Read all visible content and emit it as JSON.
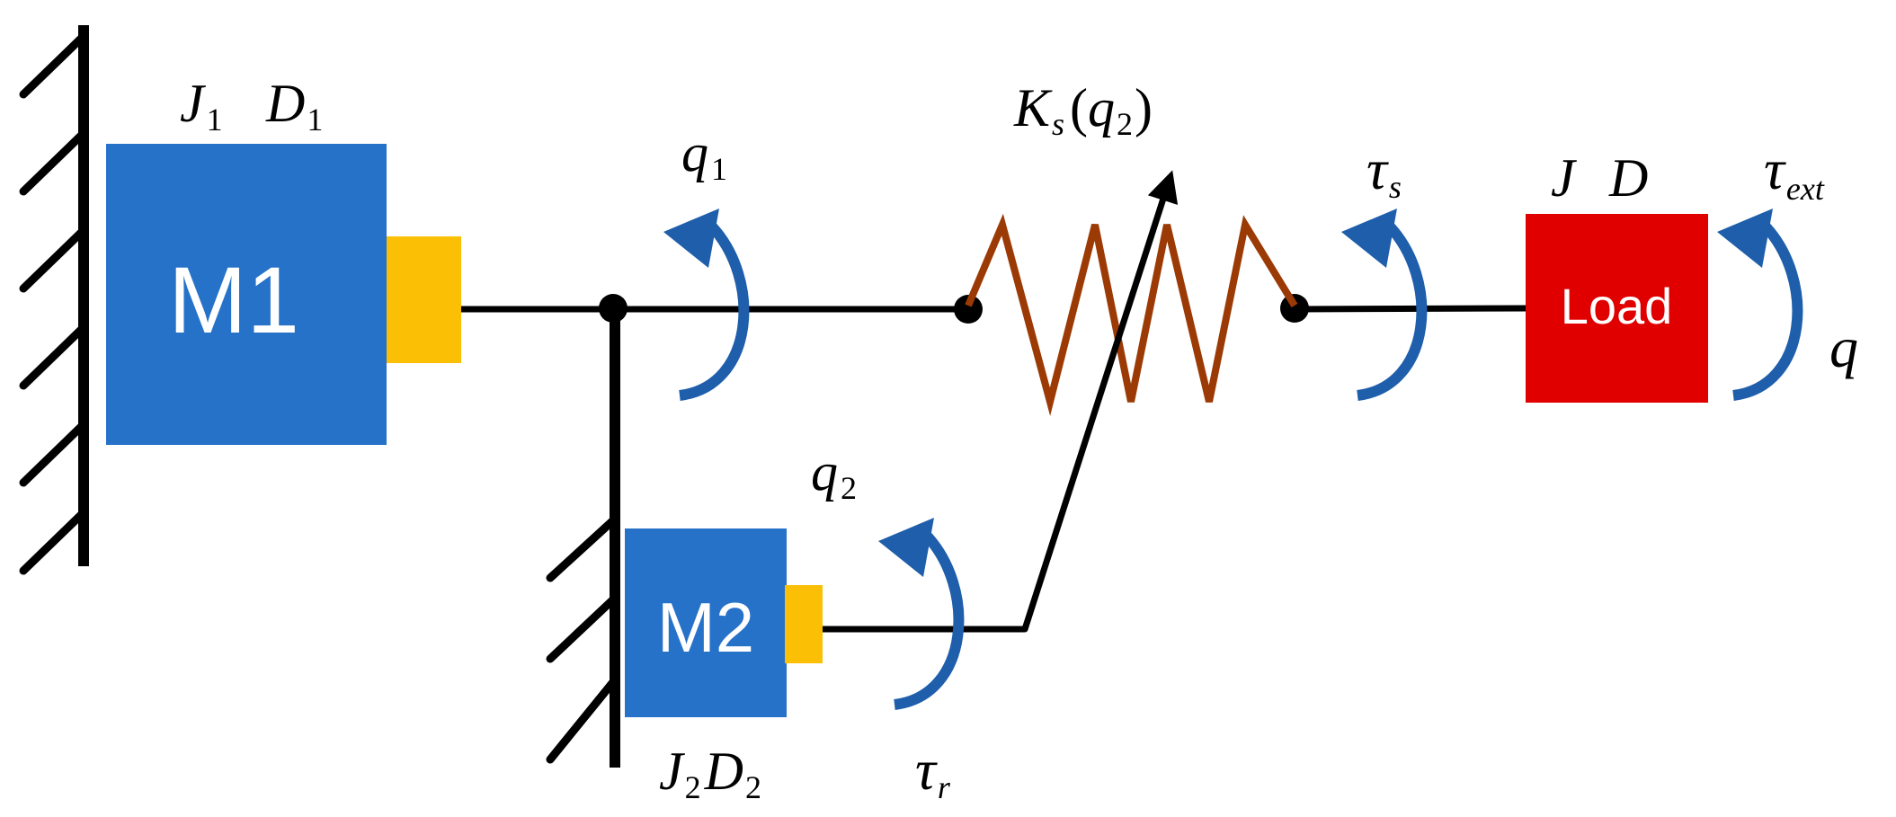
{
  "blocks": {
    "m1": {
      "label": "M1",
      "color": "#2672c9"
    },
    "m2": {
      "label": "M2",
      "color": "#2672c9"
    },
    "load": {
      "label": "Load",
      "color": "#e00000"
    },
    "coupling_color": "#fbbf05"
  },
  "colors": {
    "arrow": "#1e5eab",
    "spring": "#9b3a05",
    "line": "#000000"
  },
  "labels": {
    "j1": {
      "main": "J",
      "sub": "1"
    },
    "d1": {
      "main": "D",
      "sub": "1"
    },
    "q1": {
      "main": "q",
      "sub": "1"
    },
    "ks": {
      "main": "K",
      "sub": "s",
      "open": "(",
      "q": "q",
      "qsub": "2",
      "close": ")"
    },
    "tau_s": {
      "main": "τ",
      "sub": "s"
    },
    "j": {
      "main": "J"
    },
    "d": {
      "main": "D"
    },
    "tau_ext": {
      "main": "τ",
      "sub": "ext"
    },
    "q": {
      "main": "q"
    },
    "q2": {
      "main": "q",
      "sub": "2"
    },
    "j2": {
      "main": "J",
      "sub": "2"
    },
    "d2": {
      "main": "D",
      "sub": "2"
    },
    "tau_r": {
      "main": "τ",
      "sub": "r"
    }
  }
}
